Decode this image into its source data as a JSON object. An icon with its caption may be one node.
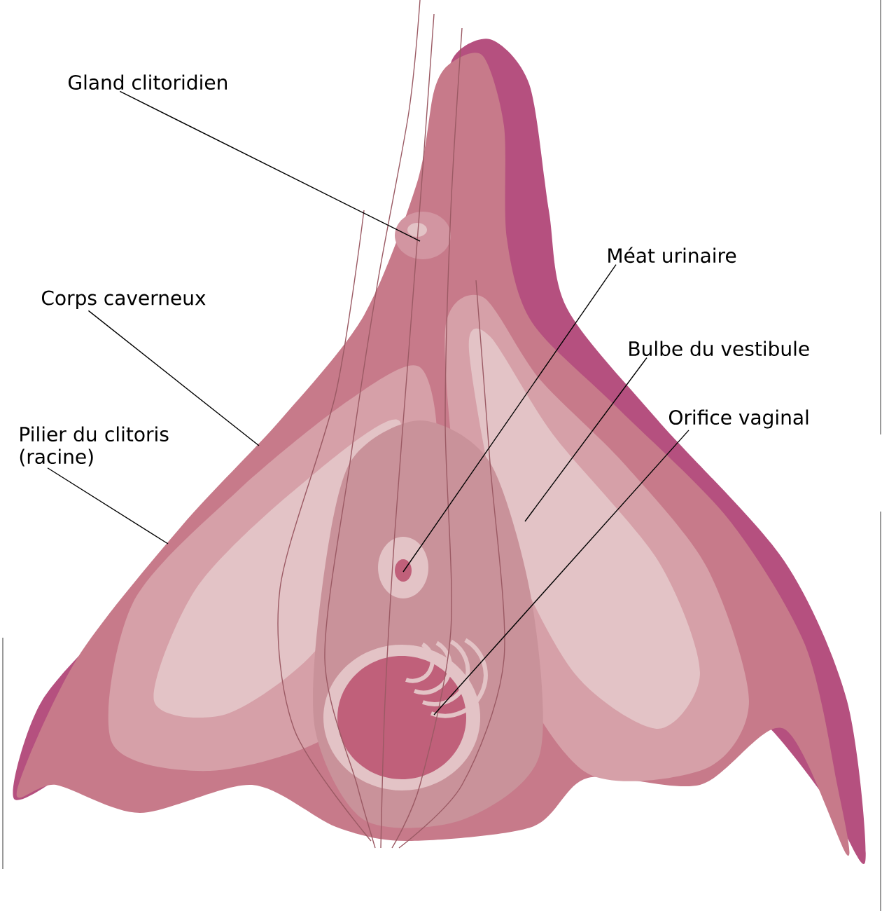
{
  "diagram": {
    "nodes": [
      {
        "text": [
          "Gland clitoridien"
        ]
      },
      {
        "text": [
          "Corps caverneux"
        ]
      },
      {
        "text": [
          "Pilier du clitoris (racine)"
        ]
      },
      {
        "text": [
          "Méat urinaire"
        ]
      },
      {
        "text": [
          "Bulbe du vestibule"
        ]
      },
      {
        "text": [
          "Orifice vaginal"
        ]
      }
    ],
    "edges": [
      {
        "from": 0,
        "to": null,
        "arrow": "none"
      },
      {
        "from": 1,
        "to": null,
        "arrow": "none"
      },
      {
        "from": 2,
        "to": null,
        "arrow": "none"
      },
      {
        "from": 3,
        "to": null,
        "arrow": "none"
      },
      {
        "from": 4,
        "to": null,
        "arrow": "none"
      },
      {
        "from": 5,
        "to": null,
        "arrow": "none"
      }
    ]
  }
}
